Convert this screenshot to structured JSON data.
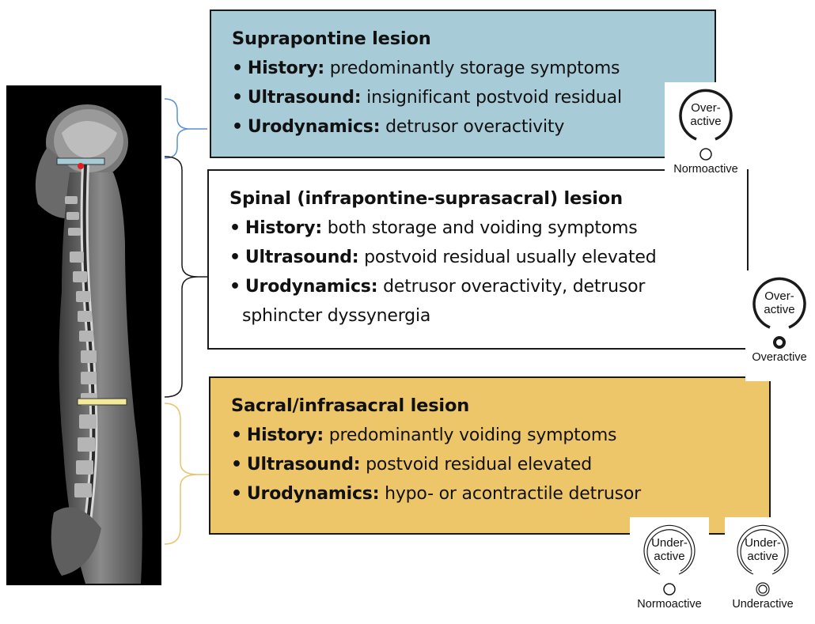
{
  "colors": {
    "supra_box": "#a8cbd8",
    "spinal_box": "#ffffff",
    "sacral_box": "#edc66a",
    "bracket_blue": "#5b8fd6",
    "bracket_black": "#1a1a1a",
    "bracket_yellow": "#e9c36a",
    "marker_blue": "#a8cbd8",
    "marker_red": "#e02020",
    "marker_yellow": "#f2ea9a"
  },
  "boxes": [
    {
      "title": "Suprapontine lesion",
      "history_label": "History:",
      "history": "predominantly storage symptoms",
      "ultrasound_label": "Ultrasound:",
      "ultrasound": "insignificant postvoid residual",
      "urodynamics_label": "Urodynamics:",
      "urodynamics": "detrusor overactivity",
      "urodynamics_cont": ""
    },
    {
      "title": "Spinal (infrapontine-suprasacral) lesion",
      "history_label": "History:",
      "history": "both storage and voiding symptoms",
      "ultrasound_label": "Ultrasound:",
      "ultrasound": "postvoid residual usually elevated",
      "urodynamics_label": "Urodynamics:",
      "urodynamics": "detrusor overactivity, detrusor",
      "urodynamics_cont": "sphincter dyssynergia"
    },
    {
      "title": "Sacral/infrasacral lesion",
      "history_label": "History:",
      "history": "predominantly voiding symptoms",
      "ultrasound_label": "Ultrasound:",
      "ultrasound": "postvoid residual elevated",
      "urodynamics_label": "Urodynamics:",
      "urodynamics": "hypo- or acontractile detrusor",
      "urodynamics_cont": ""
    }
  ],
  "bullet": "•",
  "badges": [
    {
      "ring_line1": "Over-",
      "ring_line2": "active",
      "caption": "Normoactive",
      "icon": "bladder-overactive-icon",
      "sphincter_icon": "sphincter-normoactive-icon"
    },
    {
      "ring_line1": "Over-",
      "ring_line2": "active",
      "caption": "Overactive",
      "icon": "bladder-overactive-icon",
      "sphincter_icon": "sphincter-overactive-icon"
    },
    {
      "ring_line1": "Under-",
      "ring_line2": "active",
      "caption": "Normoactive",
      "icon": "bladder-underactive-icon",
      "sphincter_icon": "sphincter-normoactive-icon"
    },
    {
      "ring_line1": "Under-",
      "ring_line2": "active",
      "caption": "Underactive",
      "icon": "bladder-underactive-icon",
      "sphincter_icon": "sphincter-underactive-icon"
    }
  ]
}
